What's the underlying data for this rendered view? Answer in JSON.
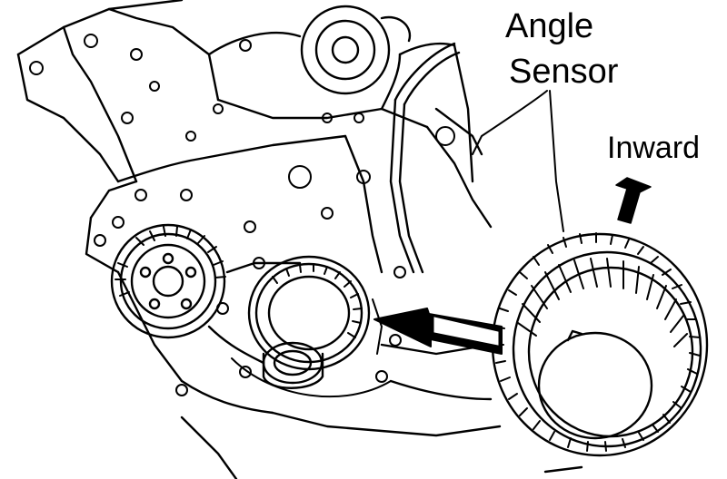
{
  "labels": {
    "angle": "Angle",
    "sensor": "Sensor",
    "inward": "Inward"
  },
  "colors": {
    "ink": "#000000",
    "paper": "#ffffff"
  },
  "icons": {
    "direction_arrow": "arrow-up-right-icon",
    "install_arrow": "arrow-left-icon"
  }
}
